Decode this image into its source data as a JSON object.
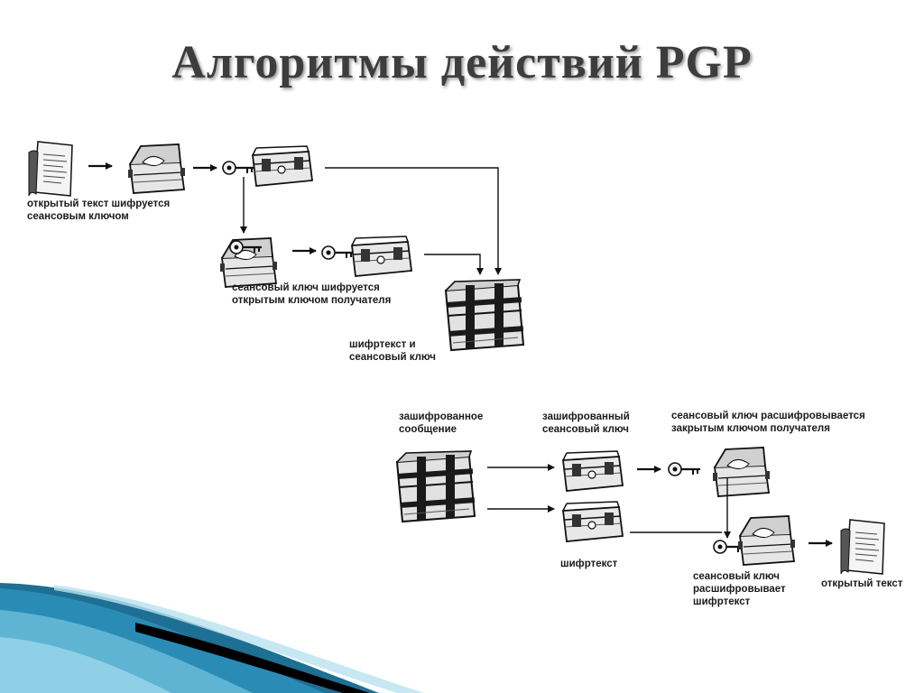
{
  "title": "Алгоритмы действий PGP",
  "encrypt_flow": {
    "step_plaintext_label": "открытый текст шифруется\nсеансовым ключом",
    "step_session_key_label": "сеансовый ключ шифруется\nоткрытым ключом получателя",
    "step_result_label": "шифртекст и\nсеансовый ключ"
  },
  "decrypt_flow": {
    "encrypted_message_label": "зашифрованное\nсообщение",
    "encrypted_session_key_label": "зашифрованный\nсеансовый ключ",
    "session_key_decrypt_label": "сеансовый ключ расшифровывается\nзакрытым ключом получателя",
    "ciphertext_label": "шифртекст",
    "session_key_decrypts_label": "сеансовый ключ\nрасшифровывает\nшифртекст",
    "plaintext_label": "открытый текст"
  },
  "icons": {
    "document": "document-icon",
    "open_box": "open-box-icon",
    "closed_box": "closed-box-icon",
    "key": "key-icon",
    "bundle": "bundle-icon"
  },
  "colors": {
    "title": "#3d3d3d",
    "ink": "#111111",
    "box_fill": "#e6e6e6",
    "wave_teal": "#2a8cb5",
    "wave_light": "#7fc6de"
  }
}
